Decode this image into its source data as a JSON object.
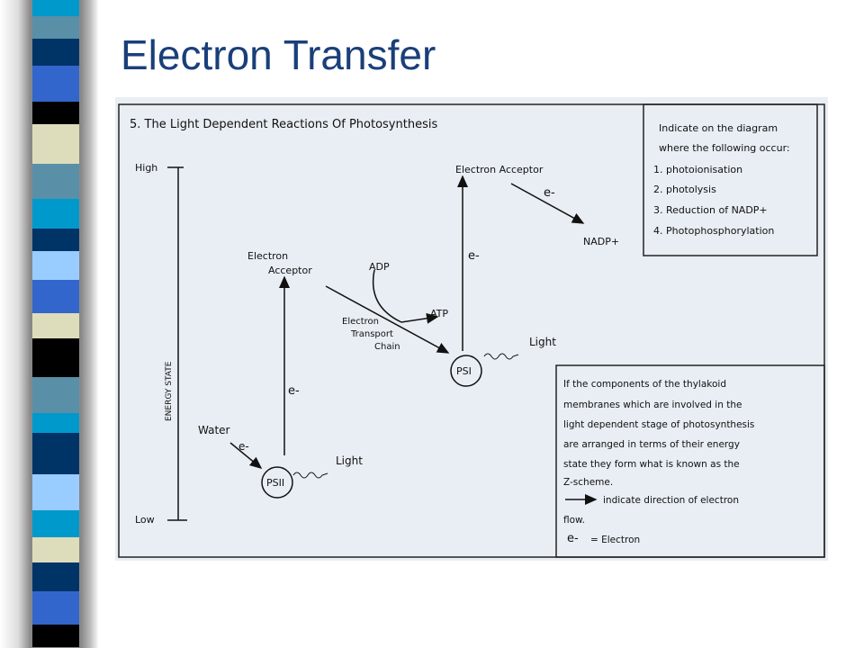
{
  "slide": {
    "title": "Electron Transfer"
  },
  "diagram": {
    "heading": "5. The Light Dependent Reactions Of Photosynthesis",
    "axis": {
      "high": "High",
      "low": "Low",
      "label": "ENERGY STATE"
    },
    "labels": {
      "water": "Water",
      "e1": "e-",
      "psii": "PSII",
      "light1": "Light",
      "e2": "e-",
      "acceptor1_a": "Electron",
      "acceptor1_b": "Acceptor",
      "adp": "ADP",
      "atp": "ATP",
      "etc_a": "Electron",
      "etc_b": "Transport",
      "etc_c": "Chain",
      "psi": "PSI",
      "light2": "Light",
      "e3": "e-",
      "acceptor2": "Electron Acceptor",
      "e4": "e-",
      "nadp": "NADP+"
    },
    "task_box": [
      "Indicate on the diagram",
      "where the following occur:",
      "1. photoionisation",
      "2. photolysis",
      "3. Reduction of NADP+",
      "4. Photophosphorylation"
    ],
    "info_box": [
      "If the components of the thylakoid",
      "membranes which are involved in the",
      "light dependent stage of photosynthesis",
      "are arranged in terms of their energy",
      "state they form what is known as the",
      "Z-scheme."
    ],
    "legend": {
      "arrow": "indicate direction of electron",
      "arrow2": "flow.",
      "e": "e-",
      "e_def": "= Electron"
    }
  }
}
